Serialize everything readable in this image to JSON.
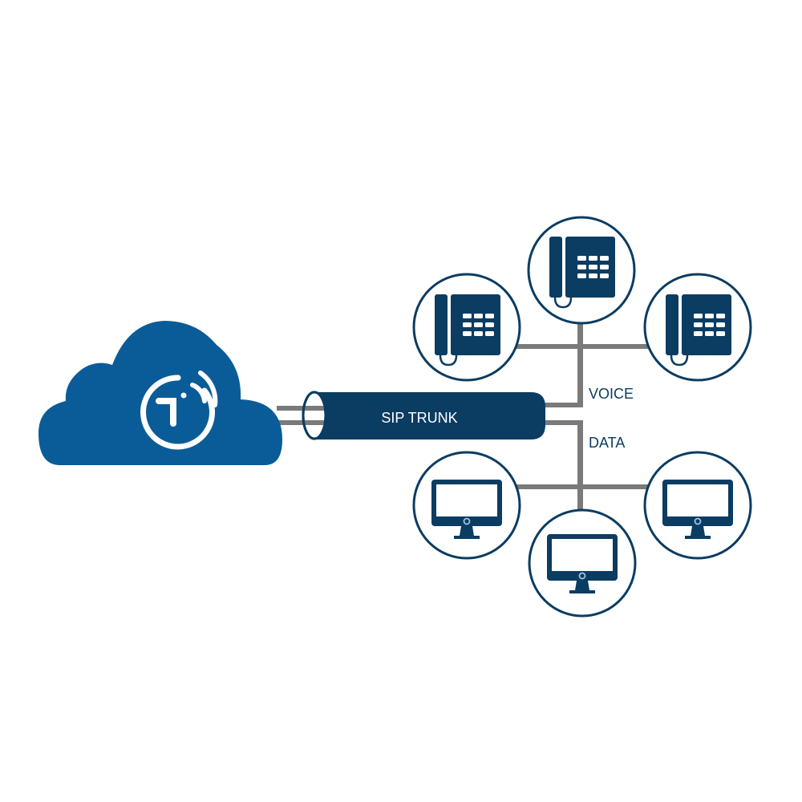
{
  "diagram": {
    "type": "sip-trunk-network",
    "colors": {
      "cloud": "#0a5c99",
      "navy": "#0b3c62",
      "wire": "#7a7a7a",
      "white": "#ffffff"
    },
    "cloud": {
      "icon": "provider-logo-icon"
    },
    "trunk": {
      "label": "SIP TRUNK"
    },
    "branches": {
      "voice_label": "VOICE",
      "data_label": "DATA"
    },
    "voice_devices": [
      {
        "name": "desk-phone-left",
        "icon": "desk-phone-icon"
      },
      {
        "name": "desk-phone-top",
        "icon": "desk-phone-icon"
      },
      {
        "name": "desk-phone-right",
        "icon": "desk-phone-icon"
      }
    ],
    "data_devices": [
      {
        "name": "computer-left",
        "icon": "monitor-icon"
      },
      {
        "name": "computer-bottom",
        "icon": "monitor-icon"
      },
      {
        "name": "computer-right",
        "icon": "monitor-icon"
      }
    ]
  }
}
